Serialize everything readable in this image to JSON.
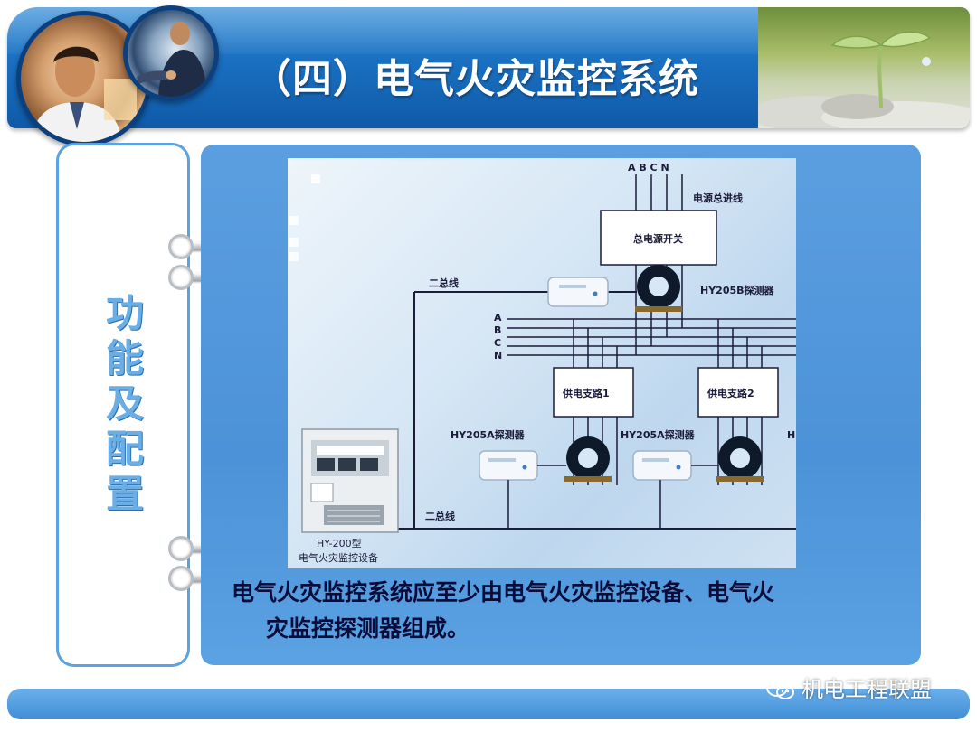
{
  "header": {
    "title": "（四）电气火灾监控系统"
  },
  "side_tab": {
    "label": "功能及配置"
  },
  "diagram": {
    "phases_top": "A B C N",
    "main_feed_label": "电源总进线",
    "main_switch_label": "总电源开关",
    "bus_label_top": "二总线",
    "detector_b_label": "HY205B探测器",
    "phase_a": "A",
    "phase_b": "B",
    "phase_c": "C",
    "phase_n": "N",
    "branch_1_label": "供电支路1",
    "branch_2_label": "供电支路2",
    "detector_a1_label": "HY205A探测器",
    "detector_a2_label": "HY205A探测器",
    "detector_a3_partial": "H",
    "bus_label_bottom": "二总线",
    "device_model": "HY-200型",
    "device_name": "电气火灾监控设备"
  },
  "body": {
    "line1": "电气火灾监控系统应至少由电气火灾监控设备、电气火",
    "line2": "灾监控探测器组成。"
  },
  "watermark": {
    "label": "机电工程联盟",
    "icon": "wechat-icon"
  },
  "colors": {
    "header_blue": "#1a6fc0",
    "panel_blue": "#4c92d8",
    "side_text": "#6aaee6",
    "body_text": "#0c0c3a"
  }
}
